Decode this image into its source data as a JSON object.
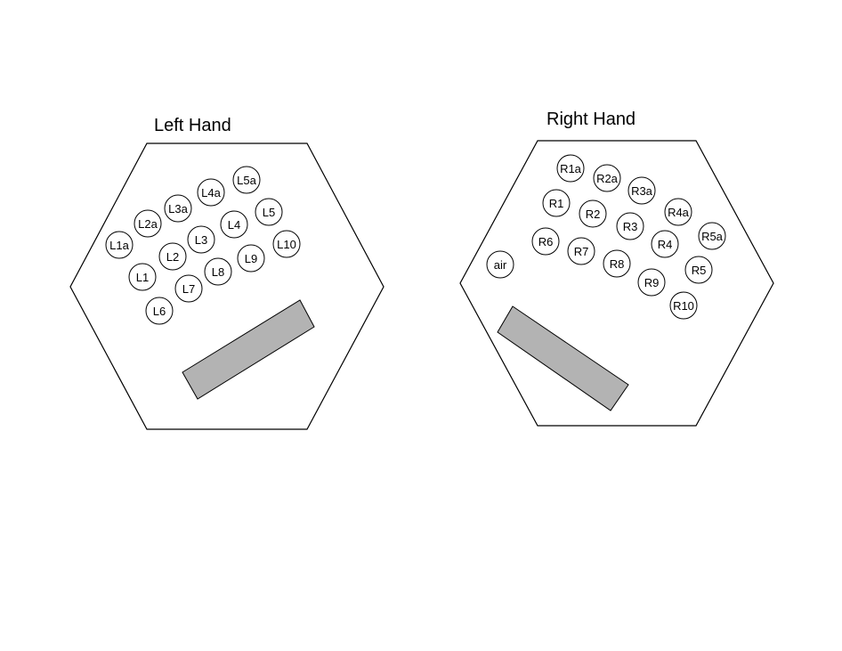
{
  "left": {
    "title": "Left Hand",
    "buttons": [
      "L1a",
      "L2a",
      "L3a",
      "L4a",
      "L5a",
      "L5",
      "L10",
      "L4",
      "L3",
      "L2",
      "L1",
      "L9",
      "L8",
      "L7",
      "L6"
    ]
  },
  "right": {
    "title": "Right Hand",
    "buttons": [
      "R1a",
      "R2a",
      "R3a",
      "R4a",
      "R5a",
      "R1",
      "R2",
      "R3",
      "R4",
      "R5",
      "R6",
      "R7",
      "R8",
      "R9",
      "R10",
      "air"
    ]
  },
  "colors": {
    "bar": "#b3b3b3",
    "stroke": "#000000"
  }
}
